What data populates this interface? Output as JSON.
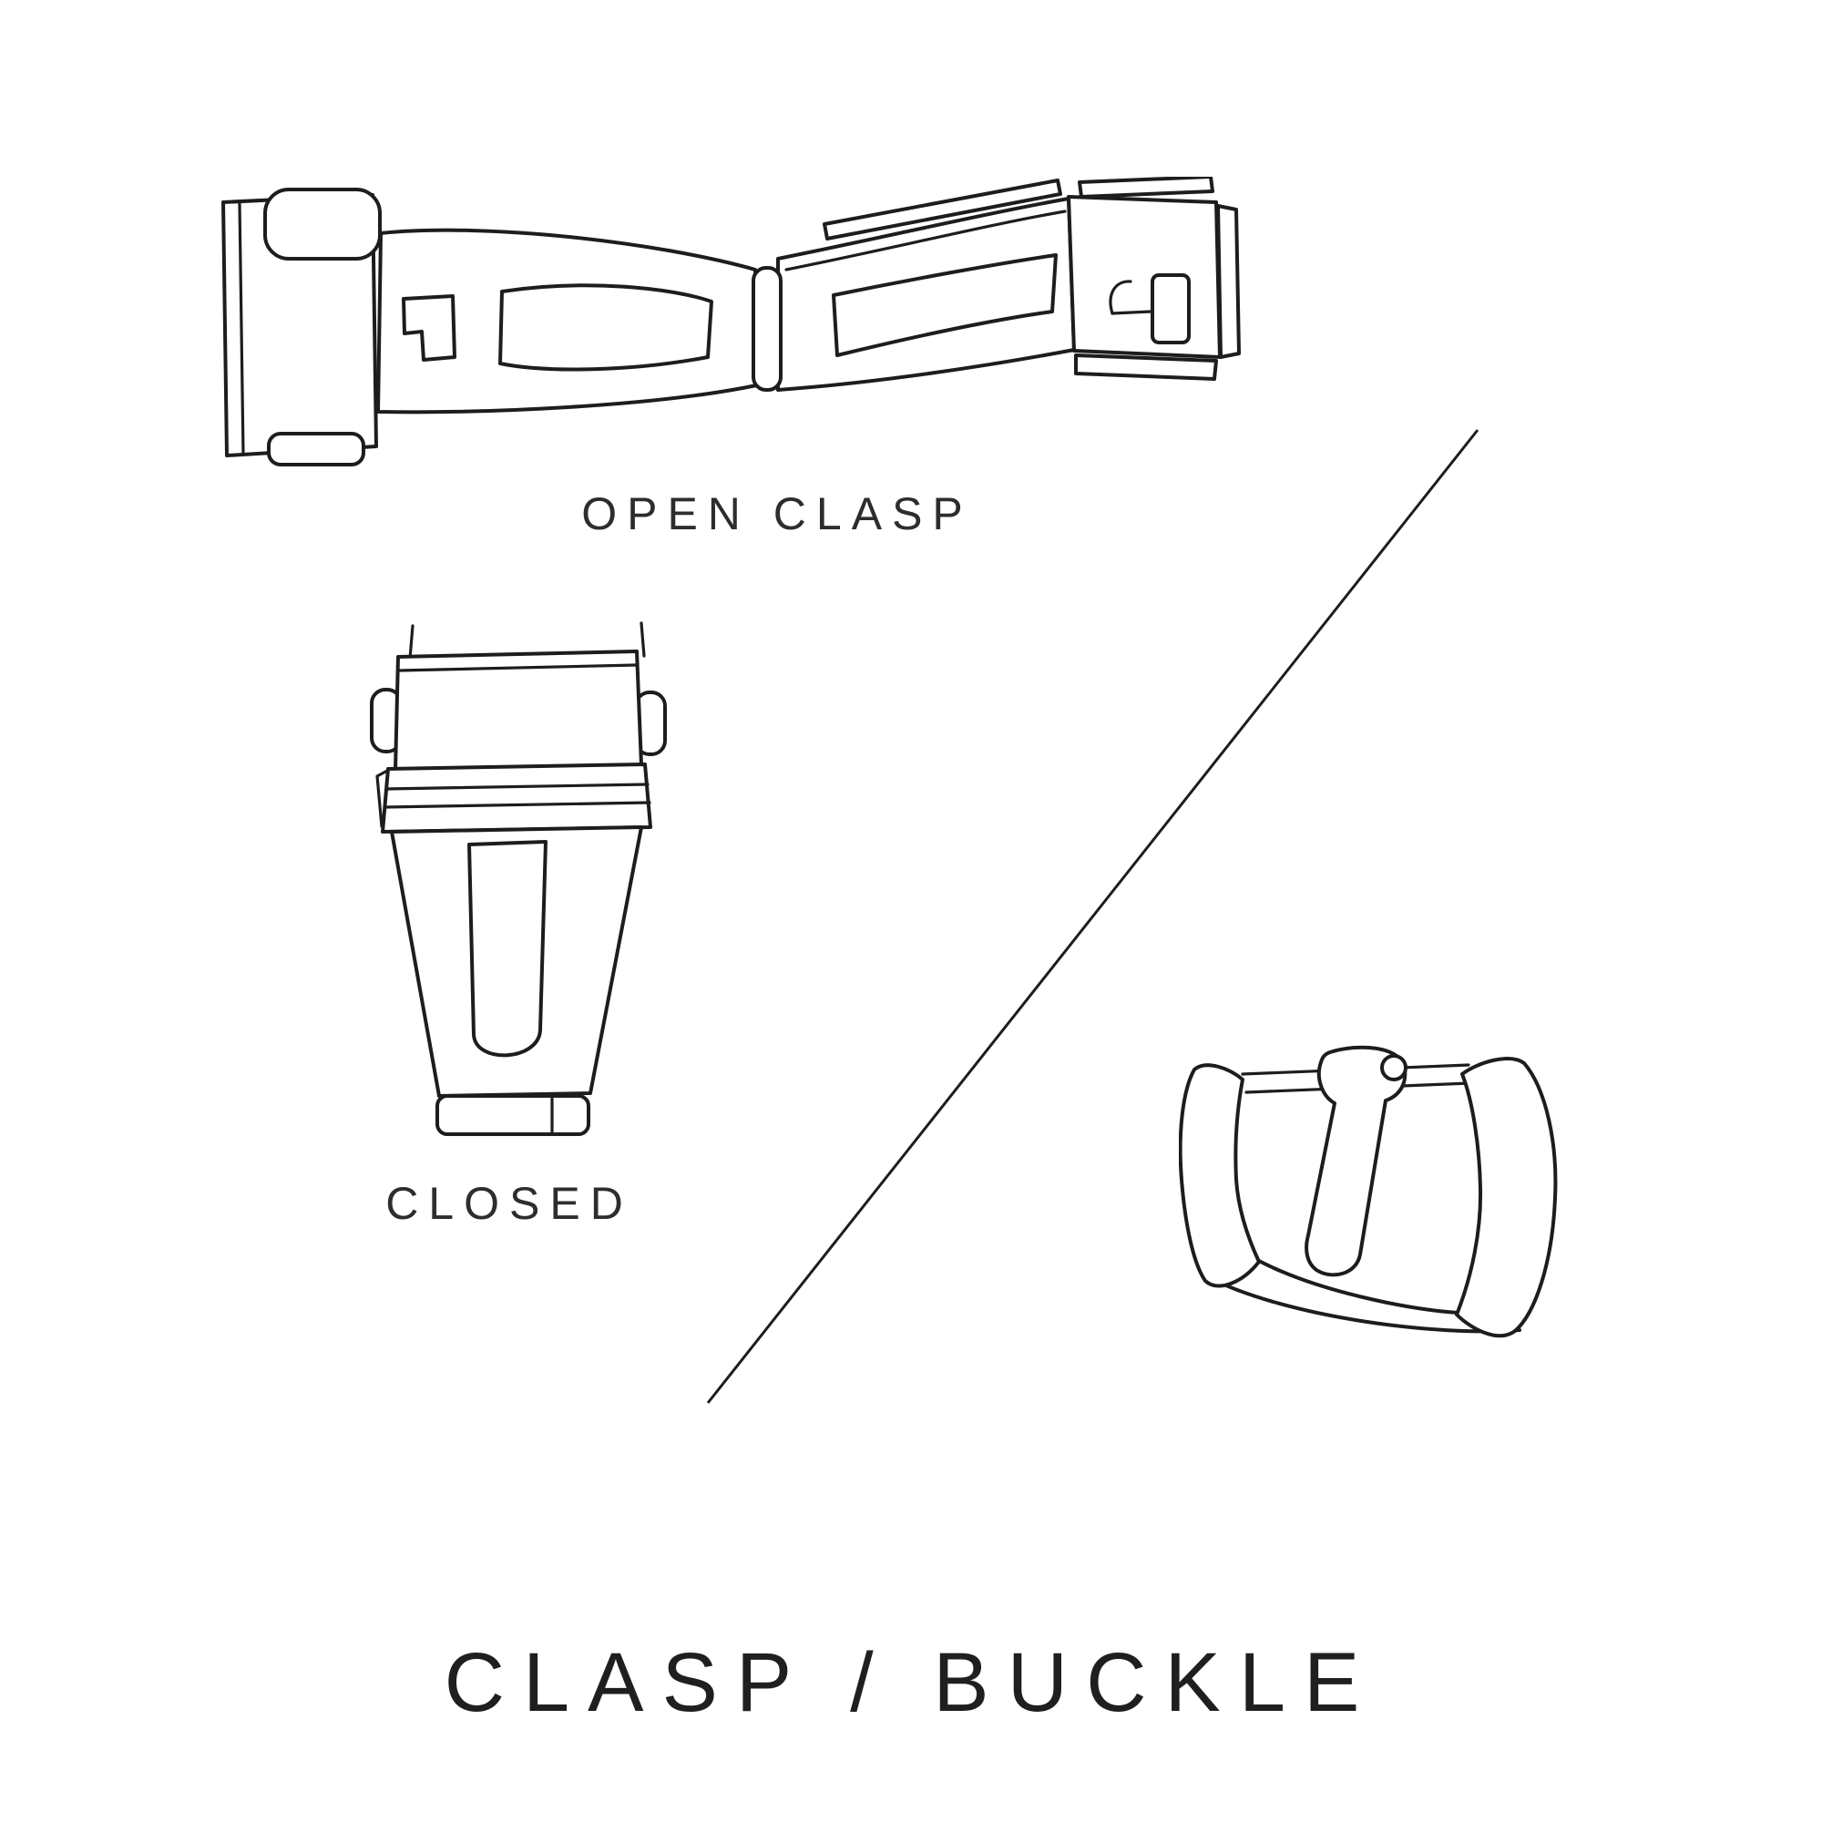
{
  "page": {
    "title": "CLASP / BUCKLE",
    "background_color": "#ffffff",
    "line_color": "#1d1d1d",
    "text_color": "#2d2d2d"
  },
  "figures": {
    "open_clasp": {
      "caption": "OPEN CLASP"
    },
    "closed_clasp": {
      "caption": "CLOSED"
    },
    "buckle": {
      "caption": ""
    }
  }
}
